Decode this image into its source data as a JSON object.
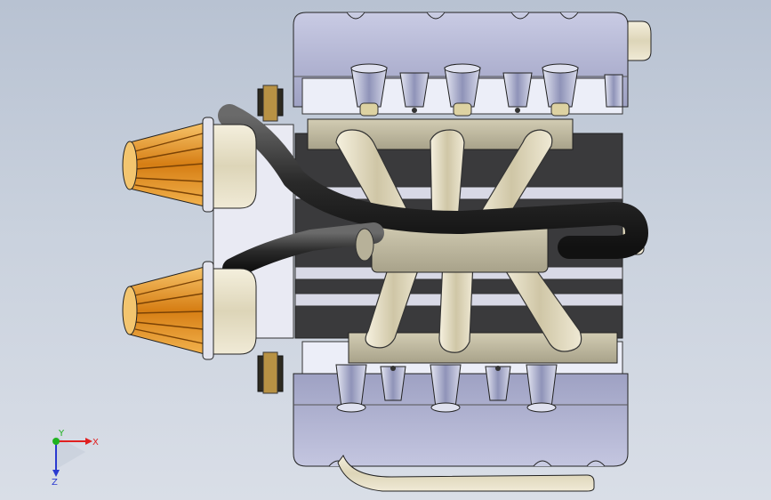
{
  "viewport": {
    "background_top": "#b8c2d2",
    "background_bottom": "#d9dee7"
  },
  "model": {
    "block_color": "#a9accb",
    "cream_color": "#e9e3cf",
    "hose_color": "#3a3a3a",
    "filter_color": "#e89a2a",
    "rail_color": "#b9b39c"
  },
  "triad": {
    "x_label": "X",
    "y_label": "Y",
    "z_label": "Z",
    "x_color": "#e02020",
    "y_color": "#1fb21f",
    "z_color": "#2a3ad0"
  }
}
